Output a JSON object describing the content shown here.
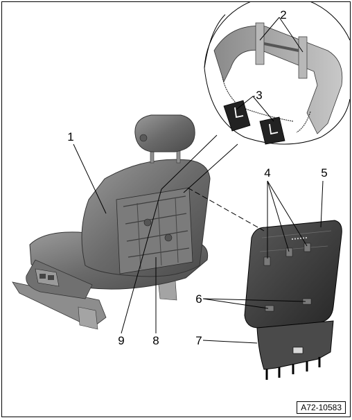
{
  "callouts": {
    "c1": "1",
    "c2": "2",
    "c3": "3",
    "c4": "4",
    "c5": "5",
    "c6": "6",
    "c7": "7",
    "c8": "8",
    "c9": "9"
  },
  "reference_code": "A72-10583"
}
